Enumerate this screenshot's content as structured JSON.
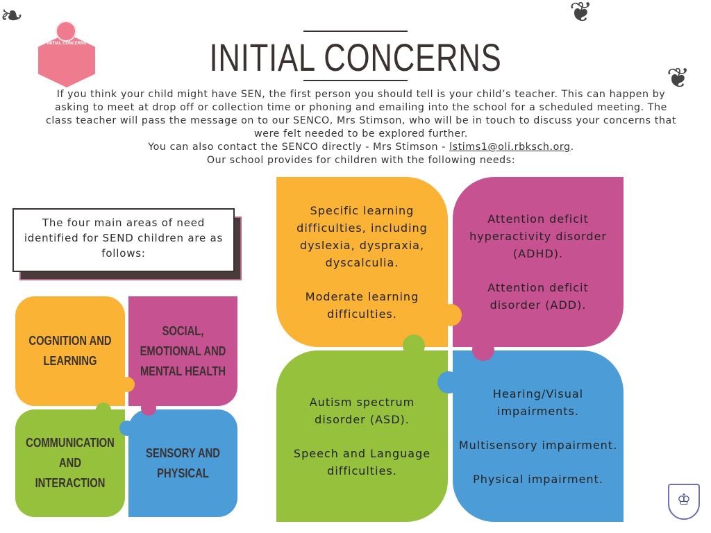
{
  "badge": {
    "label": "INITIAL CONCERNS"
  },
  "title": "INITIAL CONCERNS",
  "intro": {
    "line1": "If you think your child might have SEN, the first person you should tell is your child’s teacher. This can happen by asking to meet at drop off or collection time or phoning and emailing into the school for a scheduled meeting. The class teacher will pass the message on to our SENCO, Mrs Stimson, who will be in touch to discuss your concerns that were felt needed to be explored further.",
    "line2_prefix": "You can also contact the SENCO directly - Mrs Stimson - ",
    "email": "lstims1@oli.rbksch.org",
    "line2_suffix": ".",
    "line3": "Our school provides for children with the following needs:"
  },
  "areas_box": "The four main areas of need identified for SEND children are as follows:",
  "areas": [
    "COGNITION AND LEARNING",
    "SOCIAL, EMOTIONAL AND MENTAL HEALTH",
    "COMMUNICATION AND INTERACTION",
    "SENSORY AND PHYSICAL"
  ],
  "needs": {
    "cognition": [
      "Specific learning difficulties, including dyslexia, dyspraxia, dyscalculia.",
      "Moderate learning difficulties."
    ],
    "semh": [
      "Attention deficit hyperactivity disorder (ADHD).",
      "Attention deficit disorder (ADD)."
    ],
    "communication": [
      "Autism spectrum disorder (ASD).",
      "Speech and Language difficulties."
    ],
    "sensory": [
      "Hearing/Visual impairments.",
      "Multisensory impairment.",
      "Physical impairment."
    ]
  },
  "colors": {
    "orange": "#fbb336",
    "magenta": "#c65292",
    "green": "#95c13d",
    "blue": "#4b9cd7",
    "pink": "#ef7c8e"
  }
}
